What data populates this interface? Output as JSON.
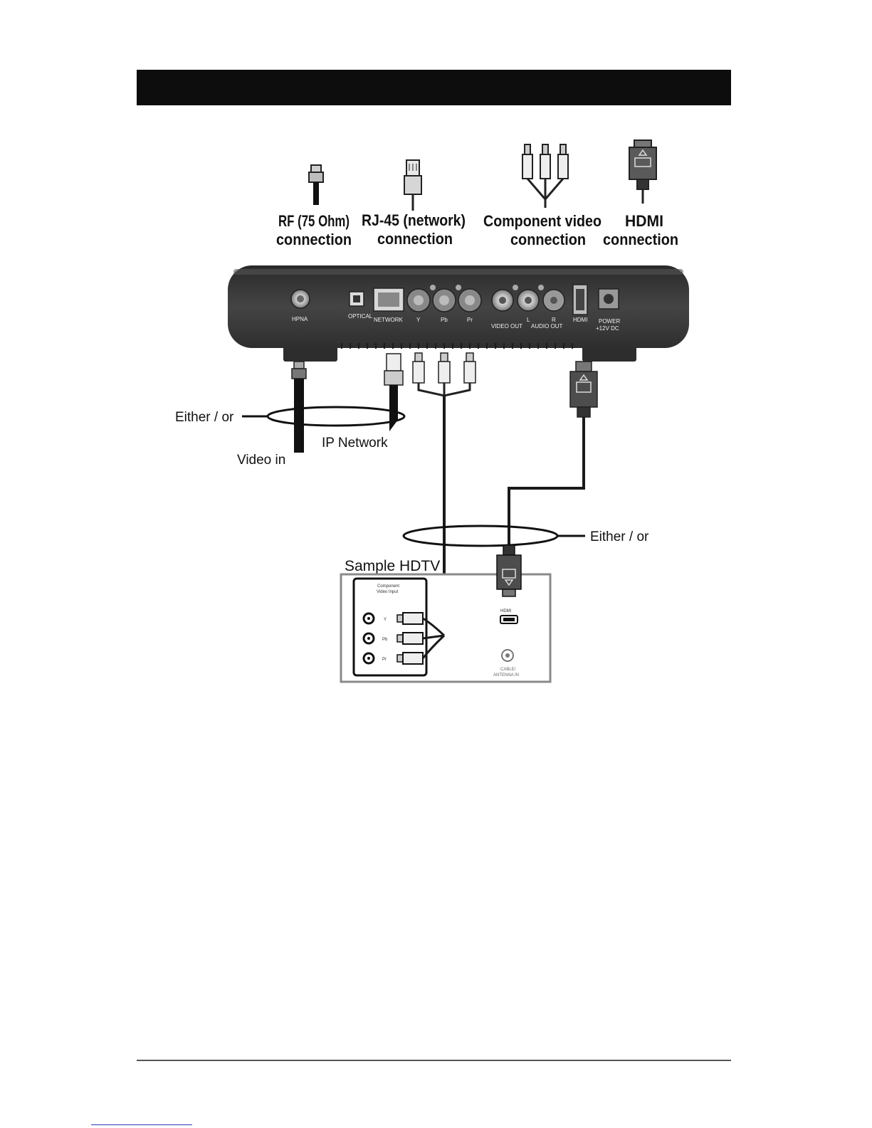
{
  "connectors": {
    "rf": [
      "RF (75 Ohm)",
      "connection"
    ],
    "rj45": [
      "RJ-45 (network)",
      "connection"
    ],
    "component": [
      "Component video",
      "connection"
    ],
    "hdmi": [
      "HDMI",
      "connection"
    ]
  },
  "box_ports": {
    "hpna": "HPNA",
    "optical": "OPTICAL",
    "network": "NETWORK",
    "y": "Y",
    "pb": "Pb",
    "pr": "Pr",
    "video_out": "VIDEO OUT",
    "l": "L",
    "r": "R",
    "audio_out": "AUDIO OUT",
    "hdmi": "HDMI",
    "power1": "POWER",
    "power2": "+12V DC"
  },
  "labels": {
    "either_or_left": "Either / or",
    "ip_network": "IP Network",
    "video_in": "Video in",
    "either_or_right": "Either / or"
  },
  "tv": {
    "title": "Sample HDTV",
    "component1": "Component",
    "component2": "Video Input",
    "y": "Y",
    "pb": "Pb",
    "pr": "Pr",
    "hdmi": "HDMI",
    "cable1": "CABLE/",
    "cable2": "ANTENNA IN"
  },
  "colors": {
    "box": "#3a3a3a",
    "cable": "#1a1a1a",
    "tv_frame": "#8a8a8a"
  }
}
